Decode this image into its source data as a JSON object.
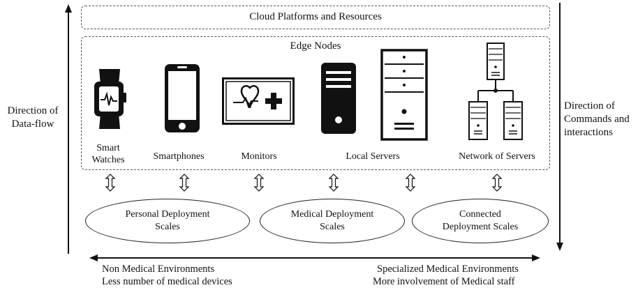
{
  "cloud": {
    "label": "Cloud Platforms and Resources"
  },
  "edge": {
    "label": "Edge Nodes",
    "devices": {
      "smart_watches": "Smart\nWatches",
      "smartphones": "Smartphones",
      "monitors": "Monitors",
      "local_servers": "Local Servers",
      "network_of_servers": "Network of Servers"
    }
  },
  "left_axis": {
    "label": "Direction of\nData-flow"
  },
  "right_axis": {
    "label": "Direction of\nCommands and\ninteractions"
  },
  "scales": {
    "personal": "Personal Deployment\nScales",
    "medical": "Medical Deployment\nScales",
    "connected": "Connected\nDeployment  Scales"
  },
  "bottom": {
    "left_line1": "Non Medical Environments",
    "left_line2": "Less number of medical devices",
    "right_line1": "Specialized Medical Environments",
    "right_line2": "More involvement of Medical staff"
  },
  "colors": {
    "stroke": "#111111",
    "dashed": "#555555"
  },
  "icons": [
    "smartwatch-icon",
    "smartphone-icon",
    "heart-monitor-icon",
    "tower-server-icon",
    "rack-server-icon",
    "server-network-icon",
    "double-arrow-icon"
  ]
}
